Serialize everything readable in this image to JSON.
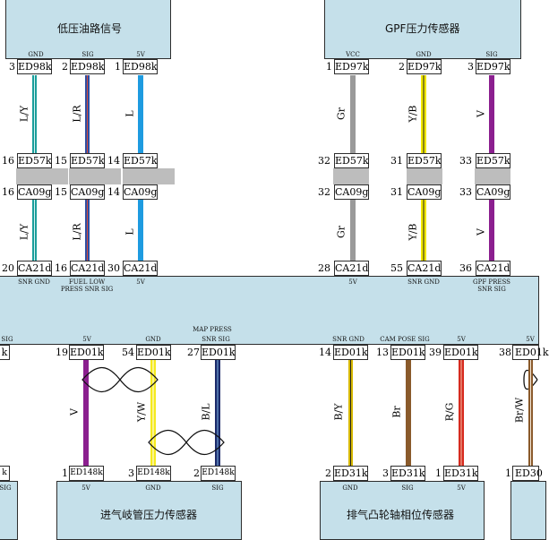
{
  "modules": {
    "low_pressure_fuel": {
      "title": "低压油路信号",
      "pins": {
        "gnd": "GND",
        "sig": "SIG",
        "v5": "5V"
      }
    },
    "gpf_sensor": {
      "title": "GPF压力传感器",
      "pins": {
        "vcc": "VCC",
        "gnd": "GND",
        "sig": "SIG"
      }
    },
    "ecu": {
      "pins": {
        "snr_gnd": "SNR GND",
        "fuel_low_line1": "FUEL LOW",
        "fuel_low_line2": "PRESS SNR SIG",
        "v5_a": "5V",
        "v5_b": "5V",
        "snr_gnd_b": "SNR GND",
        "gpf_press_line1": "GPF PRESS",
        "gpf_press_line2": "SNR SIG",
        "left_sig": "SIG",
        "v5_c": "5V",
        "gnd": "GND",
        "map_press_line1": "MAP PRESS",
        "map_press_line2": "SNR SIG",
        "snr_gnd_c": "SNR GND",
        "cam_pose": "CAM POSE SIG",
        "v5_d": "5V",
        "v5_e": "5V"
      }
    },
    "intake_manifold": {
      "title": "进气岐管压力传感器",
      "pins": {
        "v5": "5V",
        "gnd": "GND",
        "sig": "SIG"
      }
    },
    "exhaust_cam": {
      "title": "排气凸轮轴相位传感器",
      "pins": {
        "gnd": "GND",
        "sig": "SIG",
        "v5": "5V"
      }
    },
    "left_module": {
      "pins": {
        "sig": "SIG"
      }
    }
  },
  "connectors": {
    "ed98k": "ED98k",
    "ed97k": "ED97k",
    "ed57k": "ED57k",
    "ca09g": "CA09g",
    "ca21d": "CA21d",
    "ed01k": "ED01k",
    "ed148k": "ED148k",
    "ed31k": "ED31k",
    "ed30": "ED30",
    "partial_k": "k"
  },
  "pins": {
    "p3": "3",
    "p2": "2",
    "p1": "1",
    "p16": "16",
    "p15": "15",
    "p14": "14",
    "p32": "32",
    "p31": "31",
    "p33": "33",
    "p20": "20",
    "p30": "30",
    "p28": "28",
    "p55": "55",
    "p36": "36",
    "p19": "19",
    "p54": "54",
    "p27": "27",
    "p13": "13",
    "p39": "39",
    "p38": "38"
  },
  "wires": {
    "ly": "L/Y",
    "lr": "L/R",
    "l": "L",
    "gr": "Gr",
    "yb": "Y/B",
    "v": "V",
    "yw": "Y/W",
    "bl": "B/L",
    "by": "B/Y",
    "br": "Br",
    "rg": "R/G",
    "brw": "Br/W"
  },
  "colors": {
    "box_fill": "#c5e0ea",
    "wire_ly": "#1a9e9b",
    "wire_lr": "#2e4fa3",
    "wire_l": "#1e9be0",
    "wire_gr": "#9a9a9a",
    "wire_yb": "#f0e600",
    "wire_v": "#8b1f8f",
    "wire_yw": "#f5ea1e",
    "wire_bl": "#1d2b6b",
    "wire_by": "#d6b800",
    "wire_br": "#8a5a2b",
    "wire_rg": "#d62b1f"
  }
}
